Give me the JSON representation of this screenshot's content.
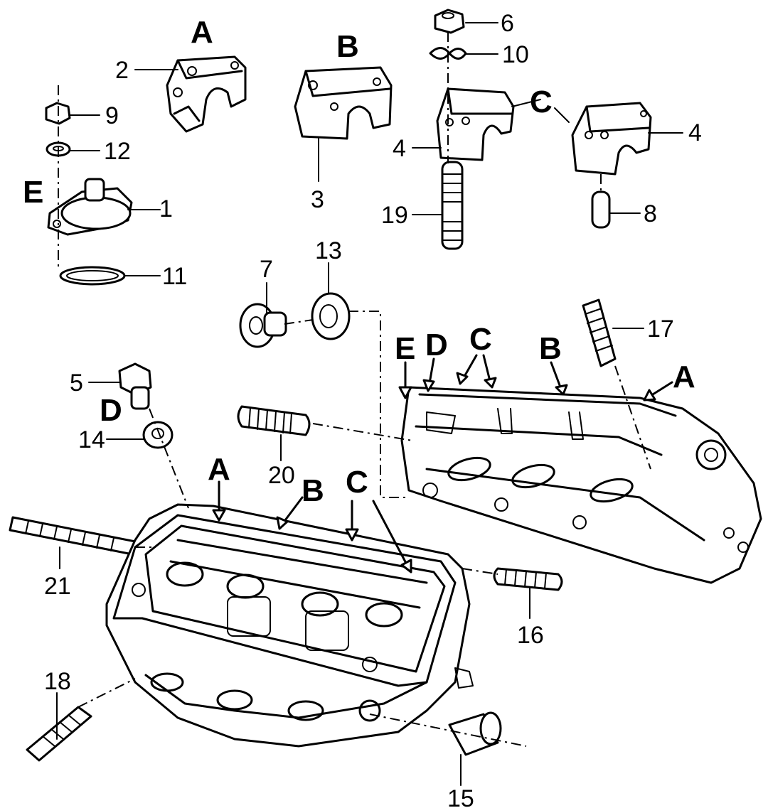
{
  "callouts": [
    {
      "id": "c1",
      "text": "1"
    },
    {
      "id": "c2",
      "text": "2"
    },
    {
      "id": "c3",
      "text": "3"
    },
    {
      "id": "c4a",
      "text": "4"
    },
    {
      "id": "c4b",
      "text": "4"
    },
    {
      "id": "c5",
      "text": "5"
    },
    {
      "id": "c6",
      "text": "6"
    },
    {
      "id": "c7",
      "text": "7"
    },
    {
      "id": "c8",
      "text": "8"
    },
    {
      "id": "c9",
      "text": "9"
    },
    {
      "id": "c10",
      "text": "10"
    },
    {
      "id": "c11",
      "text": "11"
    },
    {
      "id": "c12",
      "text": "12"
    },
    {
      "id": "c13",
      "text": "13"
    },
    {
      "id": "c14",
      "text": "14"
    },
    {
      "id": "c15",
      "text": "15"
    },
    {
      "id": "c16",
      "text": "16"
    },
    {
      "id": "c17",
      "text": "17"
    },
    {
      "id": "c18",
      "text": "18"
    },
    {
      "id": "c19",
      "text": "19"
    },
    {
      "id": "c20",
      "text": "20"
    },
    {
      "id": "c21",
      "text": "21"
    }
  ],
  "position_letters": [
    {
      "id": "lA1",
      "text": "A"
    },
    {
      "id": "lB1",
      "text": "B"
    },
    {
      "id": "lC1",
      "text": "C"
    },
    {
      "id": "lE1",
      "text": "E"
    },
    {
      "id": "lD1",
      "text": "D"
    },
    {
      "id": "lE2",
      "text": "E"
    },
    {
      "id": "lD2",
      "text": "D"
    },
    {
      "id": "lC2",
      "text": "C"
    },
    {
      "id": "lB2",
      "text": "B"
    },
    {
      "id": "lA2",
      "text": "A"
    },
    {
      "id": "lA3",
      "text": "A"
    },
    {
      "id": "lB3",
      "text": "B"
    },
    {
      "id": "lC3",
      "text": "C"
    }
  ]
}
